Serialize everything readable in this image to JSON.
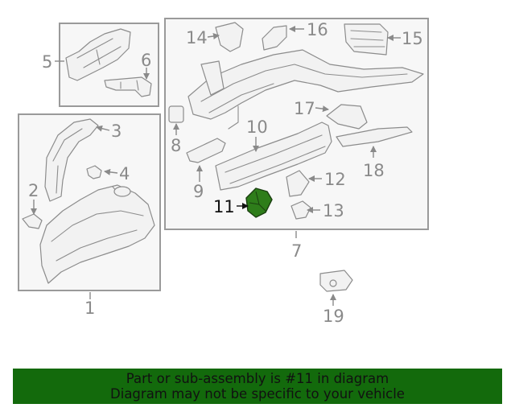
{
  "diagram": {
    "callouts": {
      "c1": "1",
      "c2": "2",
      "c3": "3",
      "c4": "4",
      "c5": "5",
      "c6": "6",
      "c7": "7",
      "c8": "8",
      "c9": "9",
      "c10": "10",
      "c11": "11",
      "c12": "12",
      "c13": "13",
      "c14": "14",
      "c15": "15",
      "c16": "16",
      "c17": "17",
      "c18": "18",
      "c19": "19"
    },
    "highlight_part": "11",
    "highlight_color": "#2e7d1a",
    "banner_color": "#136a0c"
  },
  "banner": {
    "line1": "Part or sub-assembly is #11 in diagram",
    "line2": "Diagram may not be specific to your vehicle"
  }
}
